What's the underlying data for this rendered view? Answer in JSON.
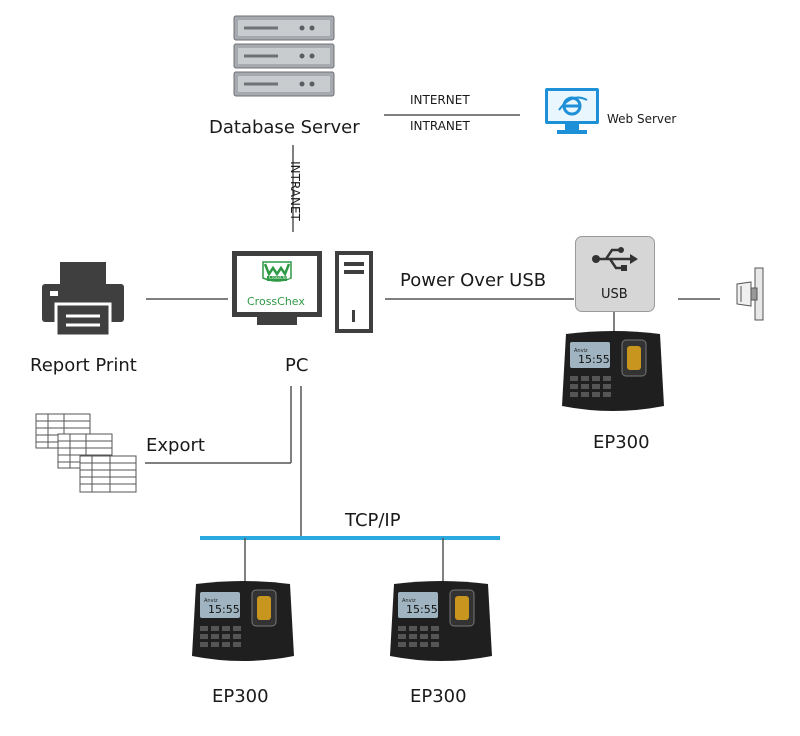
{
  "nodes": {
    "database_server": {
      "label": "Database Server"
    },
    "web_server": {
      "label": "Web Server"
    },
    "pc": {
      "label": "PC",
      "software_logo": "CrossChex",
      "logo_badge": "CrossChex"
    },
    "report_print": {
      "label": "Report Print"
    },
    "export": {
      "label": "Export"
    },
    "usb_hub": {
      "label": "USB"
    },
    "ep300_usb": {
      "label": "EP300"
    },
    "ep300_left": {
      "label": "EP300"
    },
    "ep300_right": {
      "label": "EP300"
    }
  },
  "links": {
    "internet": "INTERNET",
    "intranet_horizontal": "INTRANET",
    "intranet_vertical": "INTRANET",
    "power_over_usb": "Power Over USB",
    "tcp_ip": "TCP/IP"
  },
  "device_screen": {
    "clock": "15:55",
    "brand": "Anviz"
  },
  "colors": {
    "line": "#555555",
    "bus": "#29a9e0",
    "logo_green": "#2f9a45",
    "server_gray": "#9a9ea3",
    "ie_blue": "#1e90d8"
  }
}
